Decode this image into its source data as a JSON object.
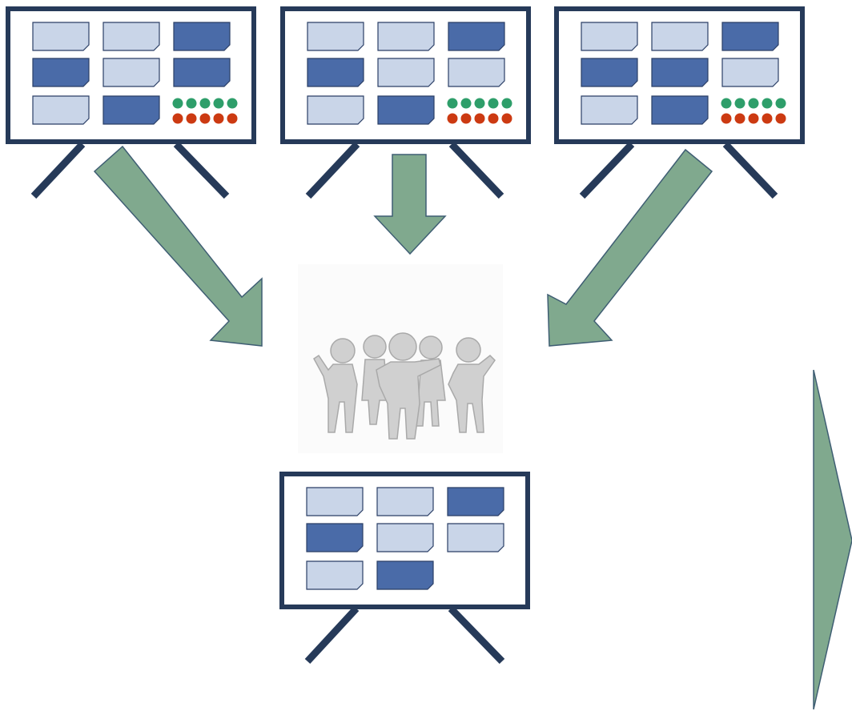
{
  "colors": {
    "frame": "#263a59",
    "card_dark": "#4a6ba8",
    "card_light": "#c9d5e8",
    "card_stroke": "#2b3f66",
    "arrow_fill": "#80a98e",
    "arrow_stroke": "#3f5e73",
    "dot_green": "#2e9e6a",
    "dot_red": "#cc3a12",
    "figure_fill": "#d0d0d0",
    "figure_shade": "#a9a9a9"
  },
  "boards": [
    {
      "name": "board-1",
      "cards": [
        "light",
        "light",
        "dark",
        "dark",
        "light",
        "dark",
        "light",
        "dark"
      ],
      "has_votes": true
    },
    {
      "name": "board-2",
      "cards": [
        "light",
        "light",
        "dark",
        "dark",
        "light",
        "light",
        "light",
        "dark"
      ],
      "has_votes": true
    },
    {
      "name": "board-3",
      "cards": [
        "light",
        "light",
        "dark",
        "dark",
        "dark",
        "light",
        "light",
        "dark"
      ],
      "has_votes": true
    },
    {
      "name": "board-merged",
      "cards": [
        "light",
        "light",
        "dark",
        "dark",
        "light",
        "light",
        "light",
        "dark"
      ],
      "has_votes": false
    }
  ],
  "votes": {
    "green_count": 5,
    "red_count": 5
  },
  "icons": {
    "group": "team-people-icon",
    "arrow": "arrow-icon"
  }
}
